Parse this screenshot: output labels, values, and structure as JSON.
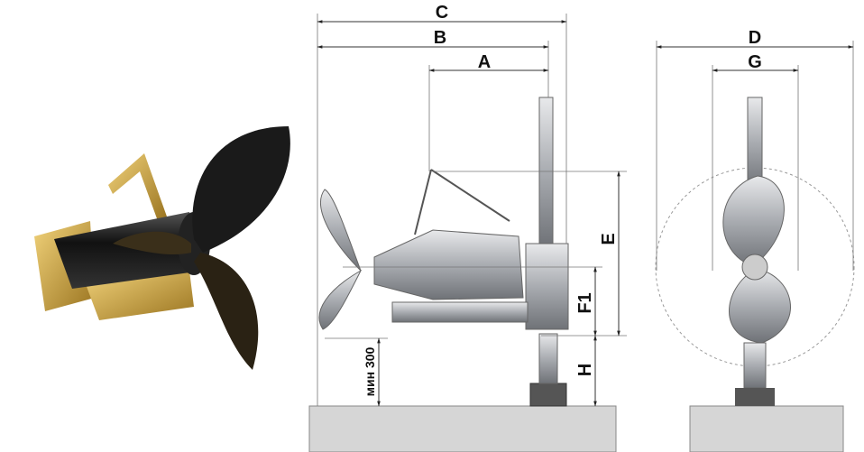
{
  "dimensions": {
    "c": "C",
    "b": "B",
    "a": "A",
    "d": "D",
    "g": "G",
    "e": "E",
    "f1": "F1",
    "h": "H",
    "min_clearance": "мин 300"
  },
  "colors": {
    "ground": "#d6d6d6",
    "metal": "#b9bcc0",
    "photo_gold": "#c9a23a",
    "photo_dark": "#1b1b1b"
  }
}
